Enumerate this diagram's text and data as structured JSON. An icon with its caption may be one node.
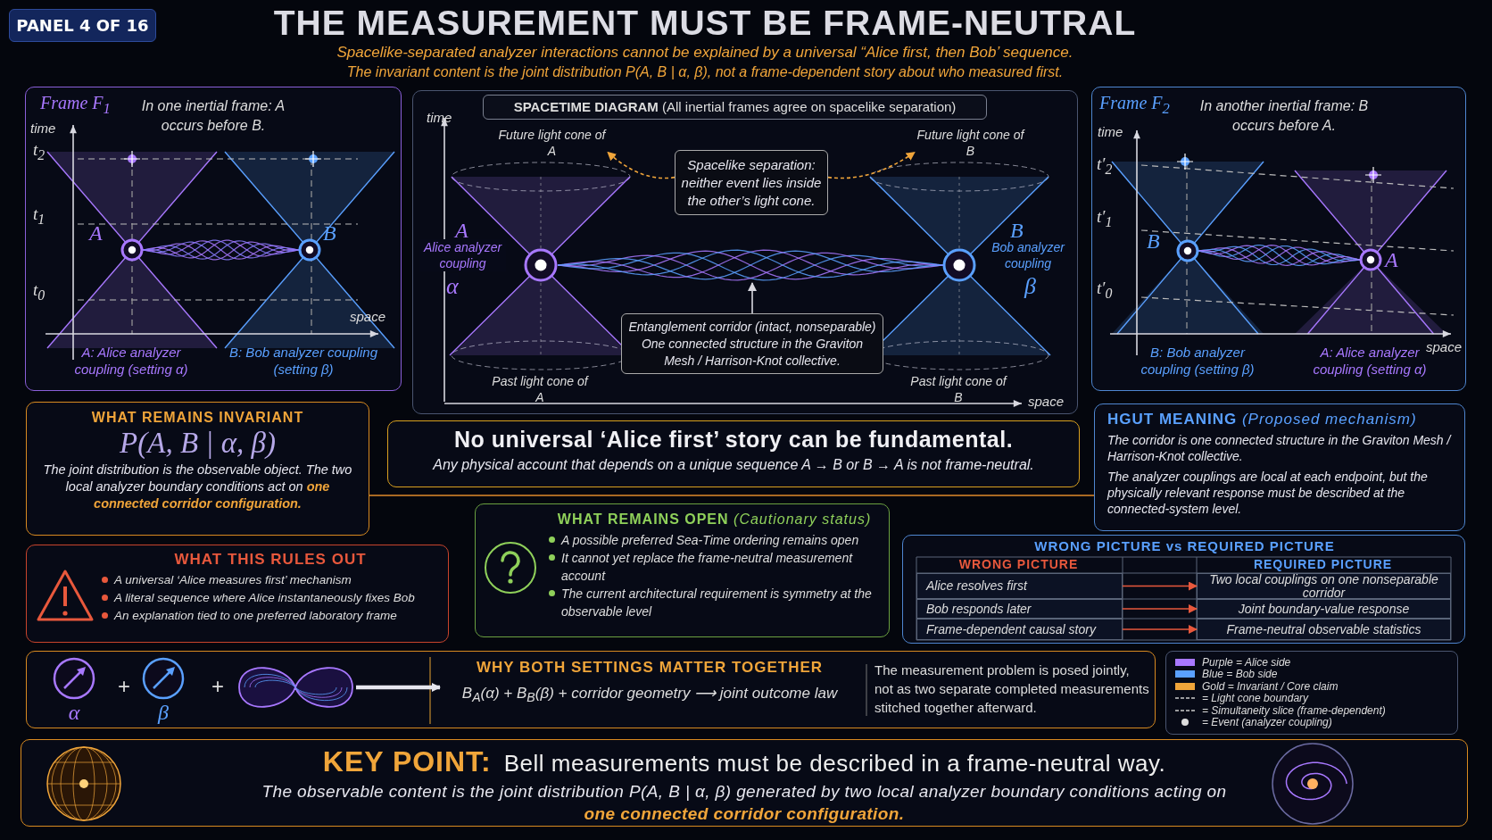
{
  "diagram": {
    "title": "THE MEASUREMENT MUST BE FRAME-NEUTRAL",
    "nodes": [
      {
        "text": [
          "PANEL 4 OF 16"
        ]
      },
      {
        "text": [
          "Frame F$_{1}$",
          "In one inertial frame: A occurs before B."
        ]
      },
      {
        "text": [],
        "shape": "box"
      },
      {
        "text": [
          "**SPACETIME DIAGRAM** (All inertial frames agree on spacelike separation)"
        ],
        "in": 2
      },
      {
        "text": [
          "Future light cone of A"
        ],
        "in": 2
      },
      {
        "text": [
          "Spacelike separation: neither event lies inside the other’s light cone."
        ],
        "in": 2
      },
      {
        "text": [
          "Future light cone of B"
        ],
        "in": 2
      },
      {
        "text": [],
        "shape": "picture",
        "in": 2
      },
      {
        "text": [
          "Entanglement corridor (intact, nonseparable)",
          "One connected structure in the Graviton Mesh / Harrison-Knot collective."
        ],
        "in": 2
      },
      {
        "text": [
          "Frame F$_{2}$",
          "In another inertial frame: B occurs before A."
        ]
      },
      {
        "text": [
          "WHAT REMAINS INVARIANT",
          "P(A, B | α, β)",
          "The joint distribution is the observable object. The two local analyzer boundary conditions act on **one connected corridor configuration.**"
        ]
      },
      {
        "text": [
          "No universal ‘Alice first’ story can be fundamental.",
          "Any physical account that depends on a unique sequence A → B or B → A is not frame-neutral."
        ]
      },
      {
        "text": [
          "**HGUT MEANING** *(Proposed mechanism)*",
          "The corridor is one connected structure in the Graviton Mesh / Harrison-Knot collective.",
          "The analyzer couplings are local at each endpoint, but the physically relevant response must be described at the connected-system level."
        ]
      },
      {
        "text": [
          "WHAT THIS RULES OUT",
          "A universal ‘Alice measures first’ mechanism",
          "A literal sequence where Alice instantaneously fixes Bob",
          "An explanation tied to one preferred laboratory frame"
        ]
      },
      {
        "text": [
          "**WHAT REMAINS OPEN** *(Cautionary status)*",
          "A possible preferred Sea-Time ordering remains open",
          "It cannot yet replace the frame-neutral measurement account",
          "The current architectural requirement is symmetry at the observable level"
        ]
      },
      {
        "text": [
          "WRONG PICTURE vs REQUIRED PICTURE"
        ]
      },
      {
        "text": [
          "Alice resolves first"
        ],
        "in": 15
      },
      {
        "text": [
          "Two local couplings on one nonseparable corridor"
        ],
        "in": 15
      },
      {
        "text": [
          "Bob responds later"
        ],
        "in": 15
      },
      {
        "text": [
          "Joint boundary-value response"
        ],
        "in": 15
      },
      {
        "text": [
          "Frame-dependent causal story"
        ],
        "in": 15
      },
      {
        "text": [
          "Frame-neutral observable statistics"
        ],
        "in": 15
      },
      {
        "text": [],
        "shape": "box"
      },
      {
        "text": [
          "α"
        ],
        "in": 22
      },
      {
        "text": [
          "β"
        ],
        "in": 22
      },
      {
        "text": [],
        "shape": "picture",
        "in": 22
      },
      {
        "text": [
          "WHY BOTH SETTINGS MATTER TOGETHER",
          "B$_{A}$(α) + B$_{B}$(β) + corridor geometry ⟶ joint outcome law"
        ],
        "in": 22
      },
      {
        "text": [
          "The measurement problem is posed jointly, not as two separate completed measurements stitched together afterward."
        ],
        "in": 22
      },
      {
        "text": [
          "KEY POINT:",
          "Bell measurements must be described in a frame-neutral way.",
          "The observable content is the joint distribution P(A, B | α, β) generated by two local analyzer boundary conditions acting on **one connected corridor configuration.**"
        ]
      }
    ],
    "edges": [
      {
        "from": 5,
        "to": 4,
        "arrow": "to",
        "style": "dashed",
        "color": "#f0a53a"
      },
      {
        "from": 5,
        "to": 6,
        "arrow": "to",
        "style": "dashed",
        "color": "#f0a53a"
      },
      {
        "from": 8,
        "to": 7,
        "arrow": "to",
        "color": "#d8d8e0"
      },
      {
        "from": 10,
        "to": 12,
        "arrow": "none",
        "color": "#e08a2a"
      },
      {
        "from": 16,
        "to": 17,
        "arrow": "to",
        "color": "#e8583c"
      },
      {
        "from": 18,
        "to": 19,
        "arrow": "to",
        "color": "#e8583c"
      },
      {
        "from": 20,
        "to": 21,
        "arrow": "to",
        "color": "#e8583c"
      },
      {
        "from": 25,
        "to": 26,
        "arrow": "to",
        "style": "thick",
        "color": "#e6e6ee"
      }
    ],
    "labels": [
      "Spacelike-separated analyzer interactions cannot be explained by a universal “Alice first, then Bob’ sequence.",
      "The invariant content is the joint distribution P(A, B | α, β), not a frame-dependent story about who measured first.",
      "time",
      "t$_{2}$",
      "t$_{1}$",
      "A",
      "B",
      "t$_{0}$",
      "space",
      "A: Alice analyzer coupling (setting α)",
      "B: Bob analyzer coupling (setting β)",
      "time",
      "A",
      "Alice analyzer coupling",
      "α",
      "B",
      "Bob analyzer coupling",
      "β",
      "Past light cone of A",
      "Past light cone of B",
      "space",
      "time",
      "t′$_{2}$",
      "t′$_{1}$",
      "B",
      "A",
      "t′$_{0}$",
      "space",
      "B: Bob analyzer coupling (setting β)",
      "A: Alice analyzer coupling (setting α)",
      "WRONG PICTURE",
      "REQUIRED PICTURE",
      "+",
      "+"
    ],
    "legend": [
      {
        "text": "Purple = Alice side",
        "color": "#a878ff"
      },
      {
        "text": "Blue = Bob side",
        "color": "#5aa0ff"
      },
      {
        "text": "Gold = Invariant / Core claim",
        "color": "#f0a53a"
      },
      {
        "text": "= Light cone boundary"
      },
      {
        "text": "= Simultaneity slice (frame-dependent)"
      },
      {
        "text": "= Event (analyzer coupling)"
      }
    ]
  }
}
